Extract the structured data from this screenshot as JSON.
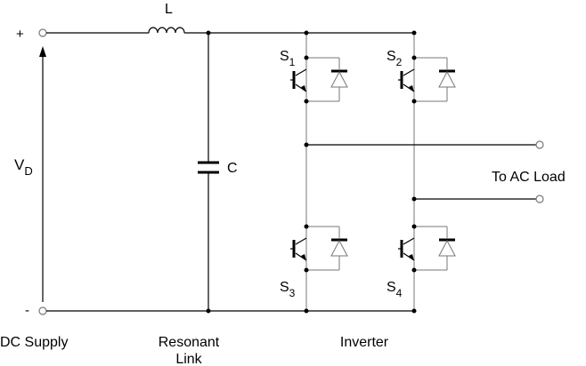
{
  "labels": {
    "plus": "+",
    "minus": "-",
    "vd_main": "V",
    "vd_sub": "D",
    "inductor": "L",
    "capacitor": "C",
    "to_ac_load": "To AC Load"
  },
  "switches": [
    {
      "main": "S",
      "sub": "1"
    },
    {
      "main": "S",
      "sub": "2"
    },
    {
      "main": "S",
      "sub": "3"
    },
    {
      "main": "S",
      "sub": "4"
    }
  ],
  "sections": {
    "dc_supply": "DC Supply",
    "resonant_line1": "Resonant",
    "resonant_line2": "Link",
    "inverter": "Inverter"
  }
}
